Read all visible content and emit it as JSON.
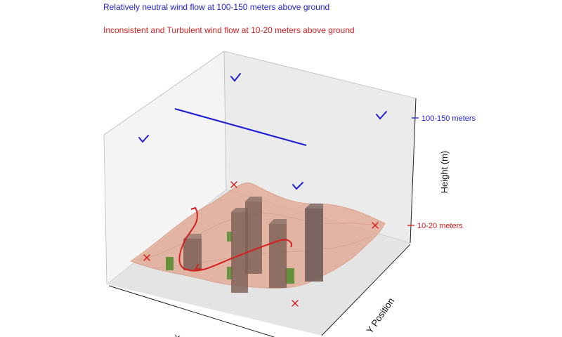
{
  "legend": {
    "blue": "Relatively neutral wind flow at 100-150 meters above ground",
    "red": "Inconsistent and Turbulent wind flow at 10-20 meters above ground"
  },
  "axes": {
    "z_label": "Height (m)",
    "y_label": "Y Position",
    "x_label_partial": "X"
  },
  "z_ticks": {
    "high": "100-150 meters",
    "low": "10-20 meters"
  },
  "colors": {
    "neutral": "#1f1fd6",
    "turbulent": "#d61f1f",
    "terrain": "#e0a088",
    "building": "#8a6a5e",
    "vegetation": "#4f8a2a"
  },
  "markers": {
    "neutral_symbol": "check-mark",
    "turbulent_symbol": "x-mark"
  }
}
